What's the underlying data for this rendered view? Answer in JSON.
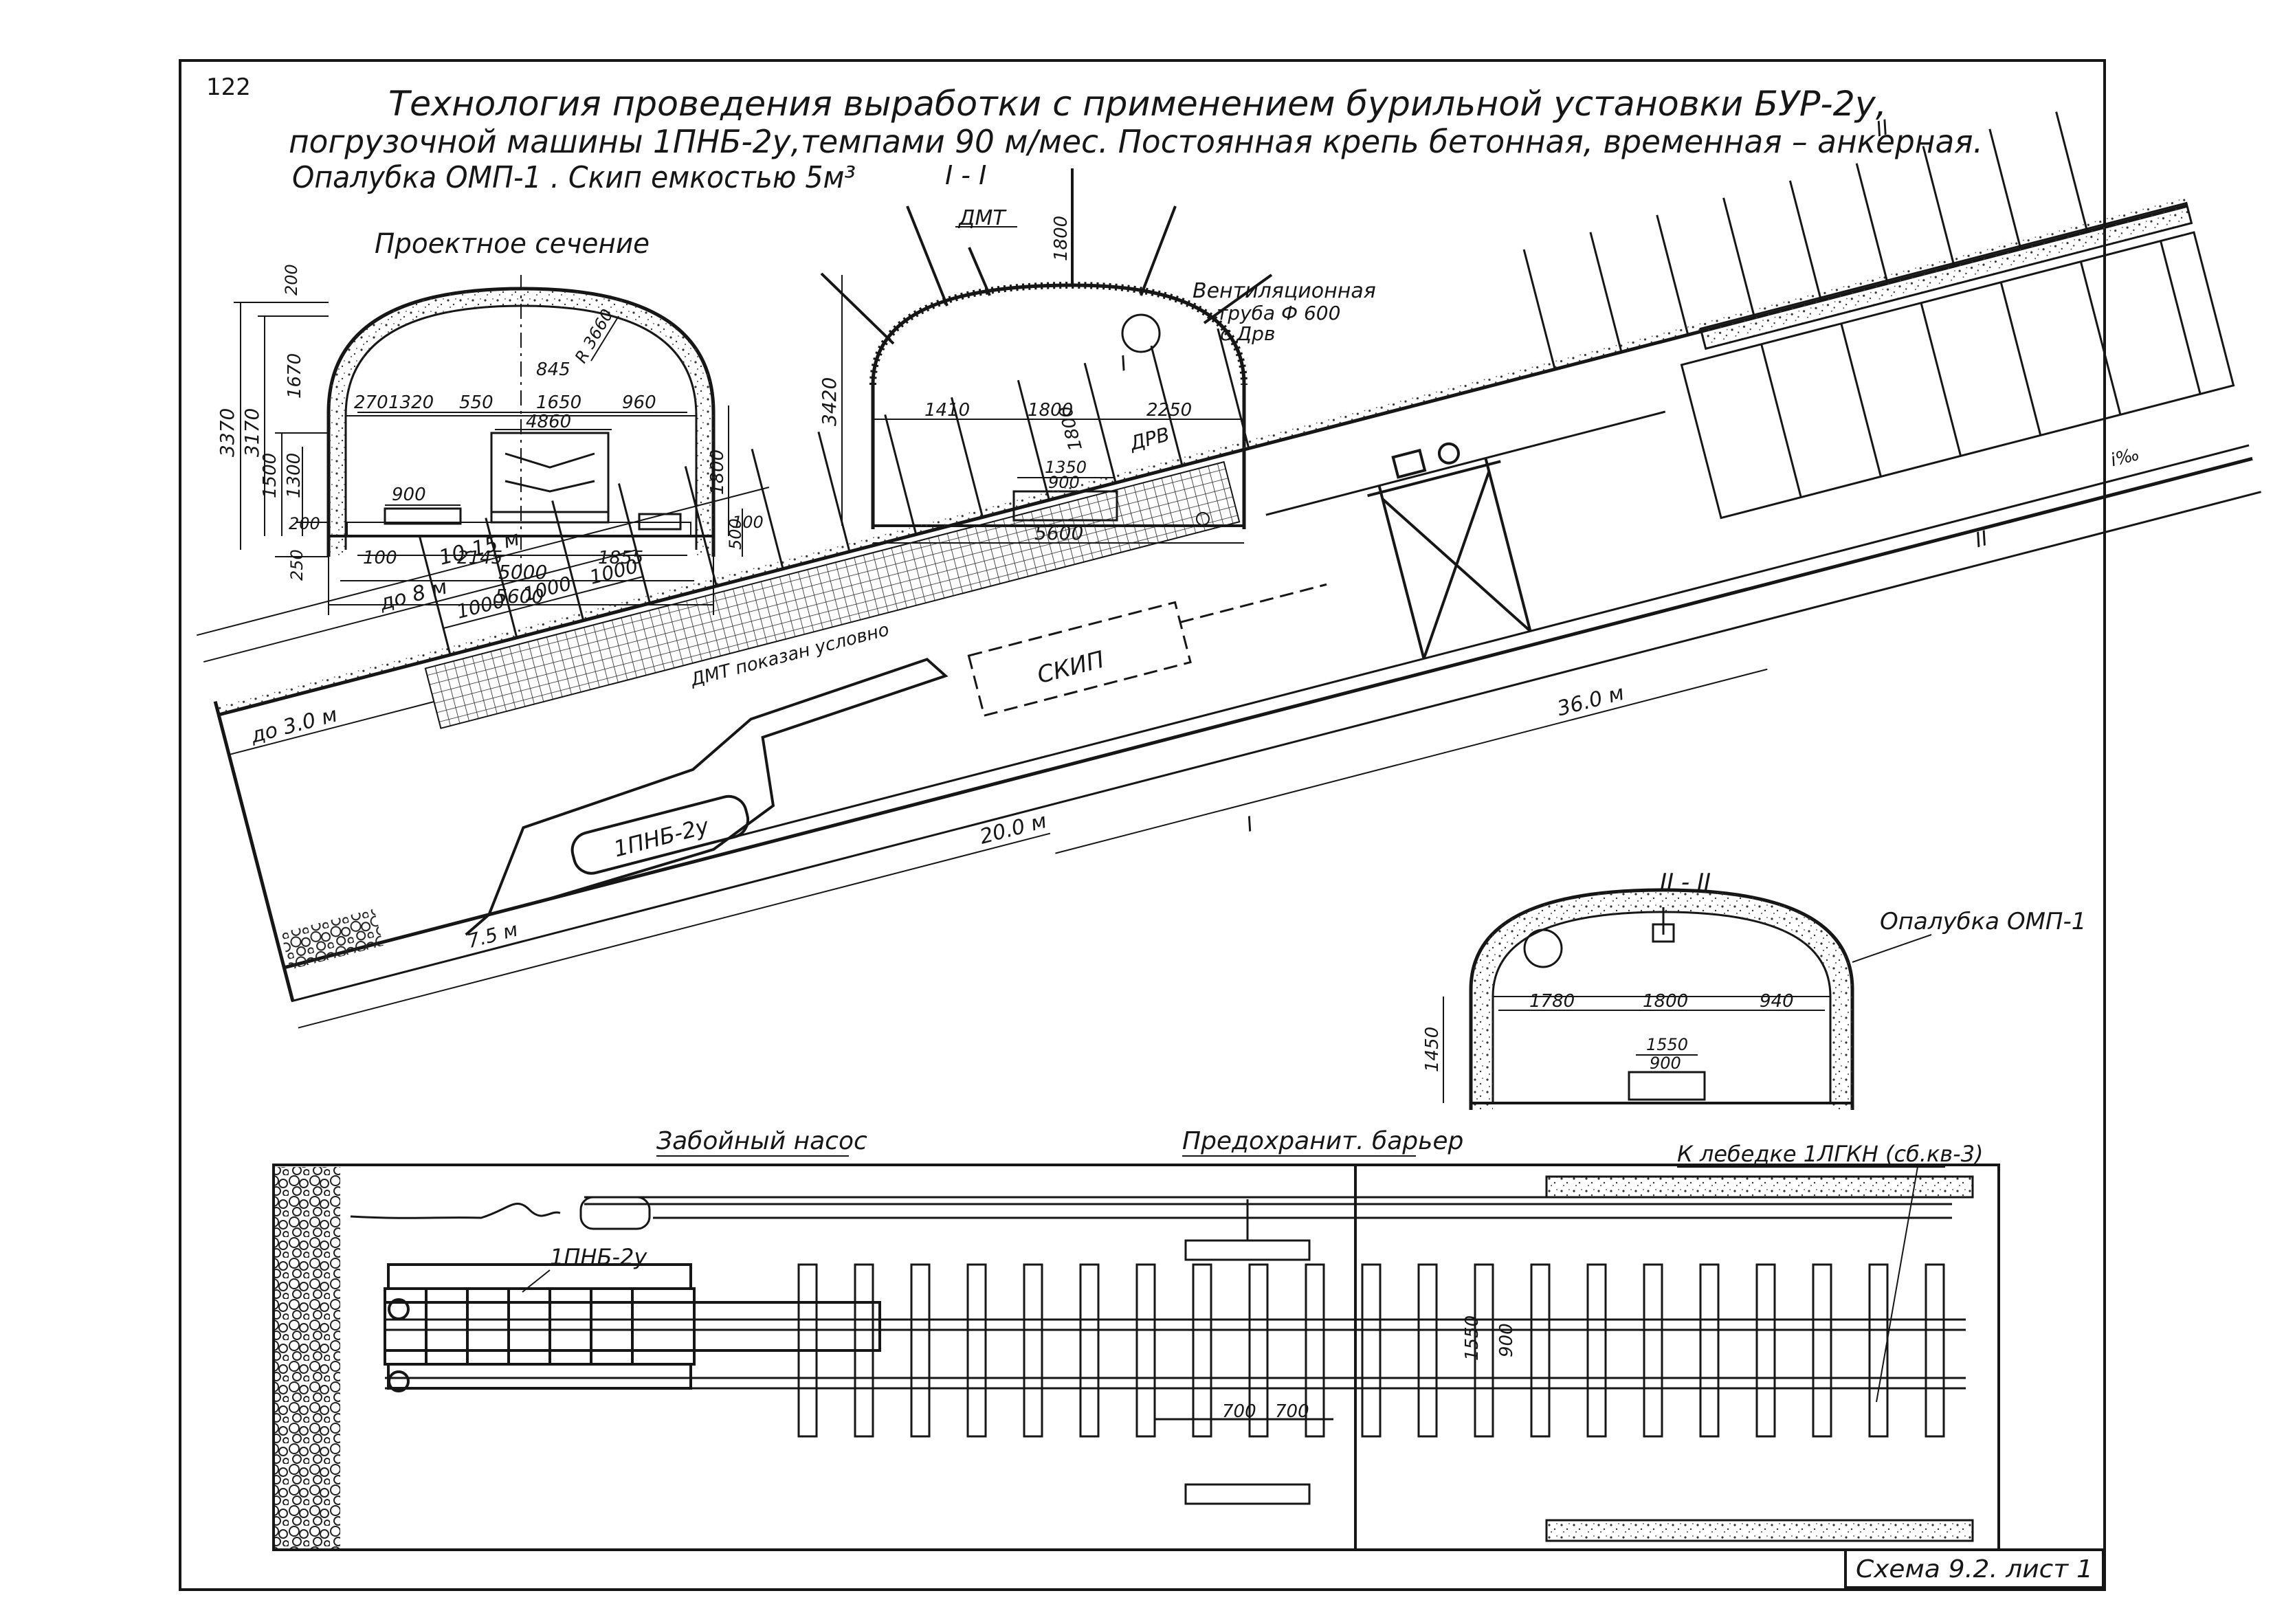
{
  "sheet": {
    "page_number": "122",
    "title_lines": [
      "Технология проведения выработки с применением бурильной установки БУР-2у,",
      "погрузочной машины 1ПНБ-2у,темпами 90 м/мес. Постоянная крепь бетонная, временная – анкерная.",
      "Опалубка ОМП-1 . Скип емкостью 5м³"
    ],
    "stamp": "Схема 9.2. лист 1"
  },
  "design_section": {
    "title": "Проектное сечение",
    "dims": [
      "200",
      "1670",
      "3370",
      "3170",
      "1300",
      "1500",
      "200",
      "250",
      "270",
      "1320",
      "550",
      "845",
      "1650",
      "R 3660",
      "960",
      "4860",
      "900",
      "1800",
      "100",
      "500",
      "100",
      "2145",
      "1855",
      "5000",
      "5600"
    ]
  },
  "section_1": {
    "title": "I - I",
    "labels": {
      "dmt": "ДМТ",
      "vent": [
        "Вентиляционная",
        "труба Ф 600",
        "с Дрв"
      ]
    },
    "dims": [
      "1800",
      "3420",
      "1410",
      "1800",
      "2250",
      "1350",
      "900",
      "5600"
    ]
  },
  "section_2": {
    "title": "II - II",
    "formwork": "Опалубка ОМП-1",
    "dims": [
      "1780",
      "1800",
      "940",
      "1450",
      "1550",
      "900"
    ]
  },
  "long_section": {
    "dims": [
      "10-15 м",
      "до 8 м",
      "1000",
      "1000",
      "1000",
      "1800",
      "до 3.0 м",
      "7.5 м",
      "20.0 м",
      "36.0 м"
    ],
    "labels": {
      "drv": "ДРВ",
      "dmt_note": "ДМТ показан условно",
      "skip": "СКИП",
      "loader": "1ПНБ-2у"
    },
    "cut_marks": [
      "I",
      "I",
      "II",
      "II"
    ],
    "slope": "i‰"
  },
  "plan": {
    "pump": "Забойный насос",
    "barrier": "Предохранит. барьер",
    "winch": "К лебедке 1ЛГКН (сб.кв-3)",
    "loader": "1ПНБ-2у",
    "dims": [
      "700",
      "700",
      "1550",
      "900"
    ]
  }
}
